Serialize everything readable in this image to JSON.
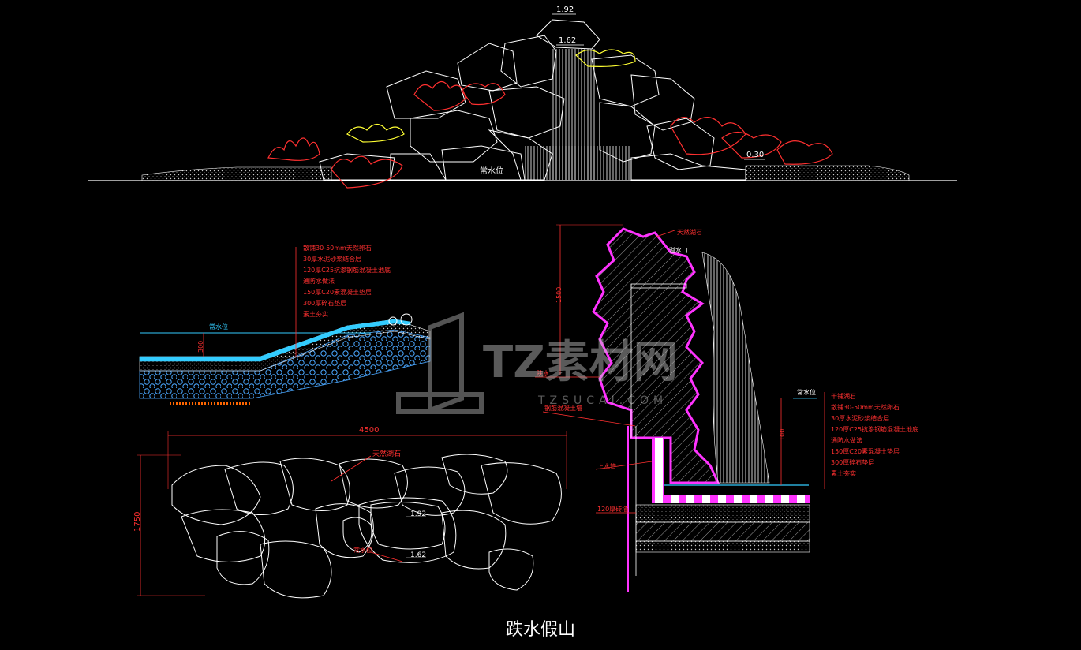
{
  "drawing": {
    "title": "跌水假山",
    "colors": {
      "background": "#000000",
      "line": "#ffffff",
      "annotation": "#ff3030",
      "accent_magenta": "#ff33ff",
      "water": "#33ccff",
      "plant_yellow": "#ffff33"
    }
  },
  "elevation": {
    "top_mark": "1.92",
    "upper_mark": "1.62",
    "right_mark": "0.30",
    "water_level": "常水位"
  },
  "section_left": {
    "notes": [
      "散铺30-50mm天然卵石",
      "30厚水泥砂浆结合层",
      "120厚C25抗渗钢筋混凝土池底",
      "通防水做法",
      "150厚C20素混凝土垫层",
      "300厚碎石垫层",
      "素土夯实"
    ],
    "water_mark": "常水位",
    "dim": "300"
  },
  "plan": {
    "width_dim": "4500",
    "depth_dim": "1750",
    "label_stone": "天然湖石",
    "mark_high": "1.92",
    "label_water": "常水位",
    "mark_low": "1.62"
  },
  "section_right": {
    "top_label": "天然湖石",
    "outlet_label": "溢水口",
    "height_dim": "1500",
    "left_label": "跌水",
    "mid_label": "钢筋混凝土墙",
    "pipe_label": "上水管",
    "wall_label": "120厚砖墙",
    "water_level": "常水位",
    "depth_dim": "1100",
    "notes": [
      "干铺湖石",
      "散铺30-50mm天然卵石",
      "30厚水泥砂浆结合层",
      "120厚C25抗渗钢筋混凝土池底",
      "通防水做法",
      "150厚C20素混凝土垫层",
      "300厚碎石垫层",
      "素土夯实"
    ]
  },
  "watermark": {
    "brand": "TZ素材网",
    "url": "TZSUCAI.COM"
  }
}
